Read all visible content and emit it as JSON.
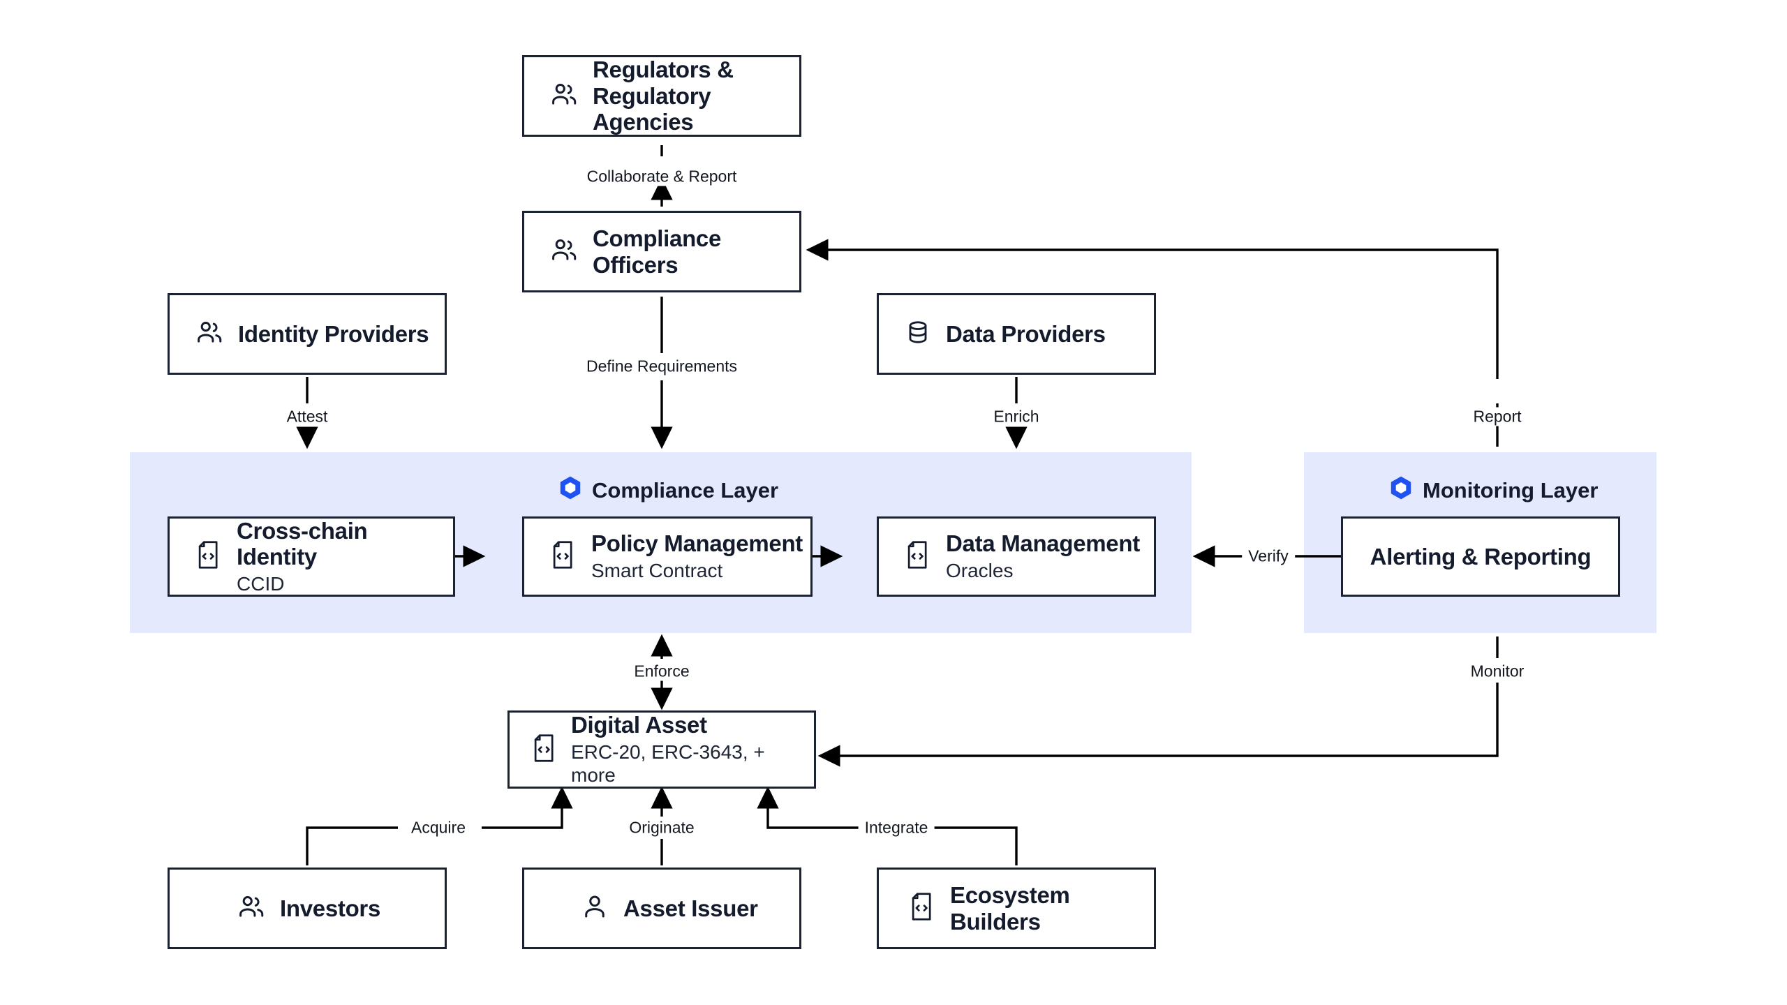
{
  "colors": {
    "band_fill": "#e4e9fd",
    "node_border": "#1b2333",
    "accent_hex": "#1f52f0",
    "text": "#141b2d",
    "edge": "#000000",
    "background": "#ffffff"
  },
  "bands": [
    {
      "id": "compliance",
      "label": "Compliance Layer",
      "icon": "hexagon-icon"
    },
    {
      "id": "monitoring",
      "label": "Monitoring Layer",
      "icon": "hexagon-icon"
    }
  ],
  "nodes": [
    {
      "id": "regulators",
      "title_line1": "Regulators &",
      "title_line2": "Regulatory Agencies",
      "subtitle": "",
      "icon": "users-icon"
    },
    {
      "id": "compliance_officers",
      "title_line1": "Compliance Officers",
      "title_line2": "",
      "subtitle": "",
      "icon": "users-icon"
    },
    {
      "id": "identity_providers",
      "title_line1": "Identity Providers",
      "title_line2": "",
      "subtitle": "",
      "icon": "users-icon"
    },
    {
      "id": "data_providers",
      "title_line1": "Data Providers",
      "title_line2": "",
      "subtitle": "",
      "icon": "database-icon"
    },
    {
      "id": "cross_chain_identity",
      "title_line1": "Cross-chain Identity",
      "title_line2": "",
      "subtitle": "CCID",
      "icon": "code-file-icon"
    },
    {
      "id": "policy_management",
      "title_line1": "Policy Management",
      "title_line2": "",
      "subtitle": "Smart Contract",
      "icon": "code-file-icon"
    },
    {
      "id": "data_management",
      "title_line1": "Data Management",
      "title_line2": "",
      "subtitle": "Oracles",
      "icon": "code-file-icon"
    },
    {
      "id": "alerting_reporting",
      "title_line1": "Alerting & Reporting",
      "title_line2": "",
      "subtitle": "",
      "icon": ""
    },
    {
      "id": "digital_asset",
      "title_line1": "Digital Asset",
      "title_line2": "",
      "subtitle": "ERC-20, ERC-3643, + more",
      "icon": "code-file-icon"
    },
    {
      "id": "investors",
      "title_line1": "Investors",
      "title_line2": "",
      "subtitle": "",
      "icon": "users-icon"
    },
    {
      "id": "asset_issuer",
      "title_line1": "Asset Issuer",
      "title_line2": "",
      "subtitle": "",
      "icon": "user-icon"
    },
    {
      "id": "ecosystem_builders",
      "title_line1": "Ecosystem Builders",
      "title_line2": "",
      "subtitle": "",
      "icon": "code-file-icon"
    }
  ],
  "edges": [
    {
      "id": "collaborate_report",
      "label": "Collaborate & Report",
      "from": "compliance_officers",
      "to": "regulators"
    },
    {
      "id": "define_requirements",
      "label": "Define Requirements",
      "from": "compliance_officers",
      "to": "compliance_layer"
    },
    {
      "id": "attest",
      "label": "Attest",
      "from": "identity_providers",
      "to": "compliance_layer"
    },
    {
      "id": "enrich",
      "label": "Enrich",
      "from": "data_providers",
      "to": "data_management"
    },
    {
      "id": "report",
      "label": "Report",
      "from": "monitoring_layer",
      "to": "compliance_officers"
    },
    {
      "id": "verify",
      "label": "Verify",
      "from": "alerting_reporting",
      "to": "data_management"
    },
    {
      "id": "enforce",
      "label": "Enforce",
      "from": "digital_asset",
      "to": "policy_management"
    },
    {
      "id": "monitor",
      "label": "Monitor",
      "from": "monitoring_layer",
      "to": "digital_asset"
    },
    {
      "id": "acquire",
      "label": "Acquire",
      "from": "investors",
      "to": "digital_asset"
    },
    {
      "id": "originate",
      "label": "Originate",
      "from": "asset_issuer",
      "to": "digital_asset"
    },
    {
      "id": "integrate",
      "label": "Integrate",
      "from": "ecosystem_builders",
      "to": "digital_asset"
    },
    {
      "id": "identity_policy_link",
      "label": "",
      "from": "cross_chain_identity",
      "to": "policy_management"
    },
    {
      "id": "policy_data_link",
      "label": "",
      "from": "policy_management",
      "to": "data_management"
    }
  ]
}
